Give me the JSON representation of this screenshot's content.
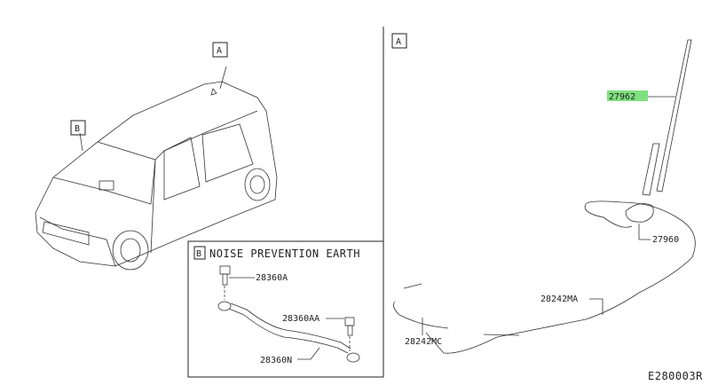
{
  "callouts": {
    "a_car": "A",
    "b_car": "B",
    "a_panel": "A",
    "b_panel": "B"
  },
  "noise_box": {
    "title": "NOISE PREVENTION EARTH"
  },
  "parts": {
    "antenna_rod": "27962",
    "antenna_base": "27960",
    "feeder_main": "28242MA",
    "feeder_sub": "28242MC",
    "bolt_a": "28360A",
    "bolt_aa": "28360AA",
    "earth_strap": "28360N"
  },
  "highlight_color": "#7fe07f",
  "diagram_code": "E280003R"
}
